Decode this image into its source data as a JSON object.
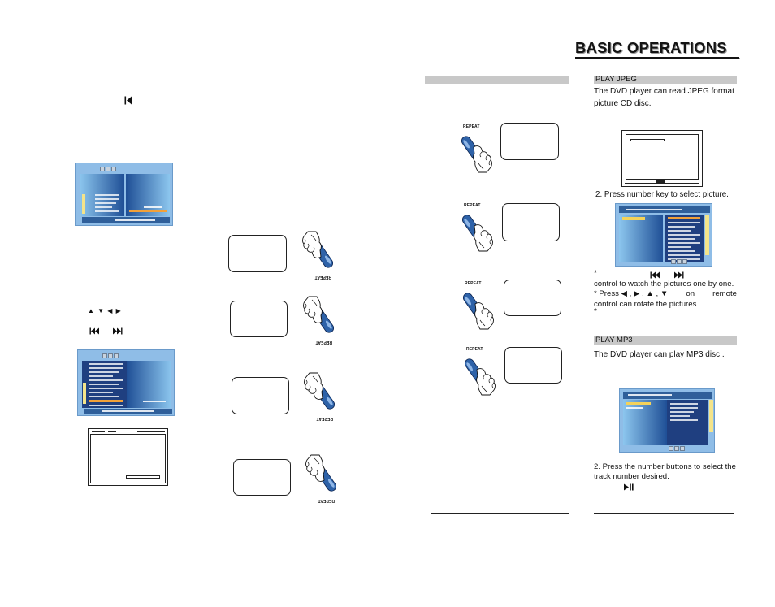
{
  "header": {
    "title": "BASIC OPERATIONS"
  },
  "repeat_label": "REPEAT",
  "icons": {
    "skip_back_single": "skip-back-icon",
    "skip_back": "skip-previous-icon",
    "skip_forward": "skip-next-icon",
    "play_pause": "play-pause-icon",
    "remote_hand": "remote-hand-icon"
  },
  "left": {
    "arrows": "▲ ▼ ◀ ▶"
  },
  "jpeg": {
    "heading": "PLAY JPEG",
    "intro_1": "The DVD player can read JPEG format",
    "intro_2": "picture CD disc.",
    "step_2": "2. Press number key to select picture.",
    "note_1_star": "*",
    "note_2": "control to watch the pictures one by one.",
    "note_3_press": "* Press ◀ , ▶ , ▲ , ▼",
    "note_3_on": "on",
    "note_3_remote": "remote",
    "note_4": "control can rotate the pictures.",
    "note_5_star": "*"
  },
  "mp3": {
    "heading": "PLAY MP3",
    "intro": "The DVD player can play  MP3 disc .",
    "step_2_a": "2. Press the number buttons to select the",
    "step_2_b": "track number desired."
  },
  "colors": {
    "menu_blue": "#8fbde7",
    "panel_dark": "#1f3f80",
    "highlight": "#f2a13a",
    "scrollbar": "#f4e48a",
    "remote": "#2e62a8",
    "bar_gray": "#c8c8c8"
  }
}
